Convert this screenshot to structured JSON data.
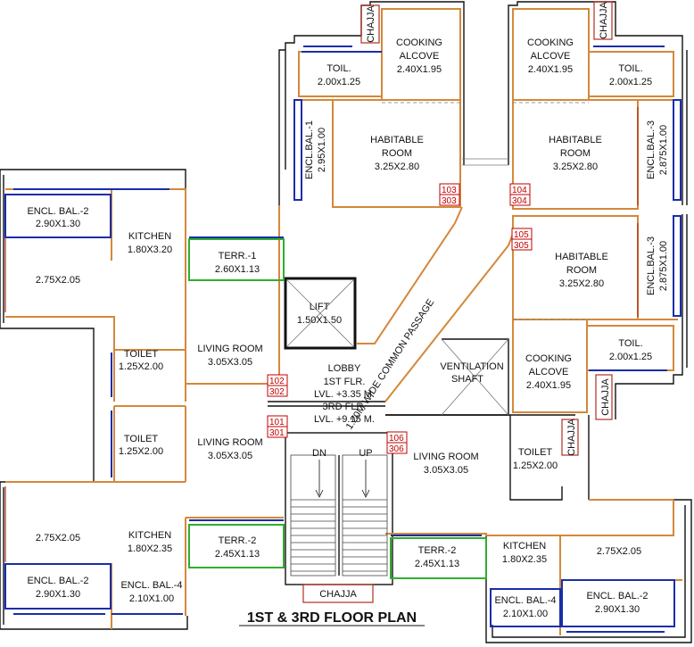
{
  "title": "1ST & 3RD FLOOR PLAN",
  "colors": {
    "wall": "#111111",
    "partition": "#d4883a",
    "glazing": "#1a2ea8",
    "terrace": "#2fae2f",
    "cabinet": "#b03020",
    "badge": "#c00000",
    "dash": "#7a7a7a"
  },
  "rooms": {
    "cooking_103": {
      "name1": "COOKING",
      "name2": "ALCOVE",
      "size": "2.40X1.95"
    },
    "toil_103": {
      "name": "TOIL.",
      "size": "2.00x1.25"
    },
    "hab_103": {
      "name1": "HABITABLE",
      "name2": "ROOM",
      "size": "3.25X2.80"
    },
    "encl_bal_1": {
      "name": "ENCL.BAL.-1",
      "size": "2.95X1.00"
    },
    "chajja_top_left": "CHAJJA",
    "chajja_top_right": "CHAJJA",
    "cooking_104": {
      "name1": "COOKING",
      "name2": "ALCOVE",
      "size": "2.40X1.95"
    },
    "toil_104": {
      "name": "TOIL.",
      "size": "2.00x1.25"
    },
    "hab_104": {
      "name1": "HABITABLE",
      "name2": "ROOM",
      "size": "3.25X2.80"
    },
    "encl_bal_3a": {
      "name": "ENCL.BAL.-3",
      "size": "2.875X1.00"
    },
    "hab_105": {
      "name1": "HABITABLE",
      "name2": "ROOM",
      "size": "3.25X2.80"
    },
    "encl_bal_3b": {
      "name": "ENCL.BAL.-3",
      "size": "2.875X1.00"
    },
    "toil_105": {
      "name": "TOIL.",
      "size": "2.00x1.25"
    },
    "cooking_105": {
      "name1": "COOKING",
      "name2": "ALCOVE",
      "size": "2.40X1.95"
    },
    "chajja_right_mid": "CHAJJA",
    "chajja_right_low": "CHAJJA",
    "encl_bal_2_tl": {
      "name": "ENCL. BAL.-2",
      "size": "2.90X1.30"
    },
    "kitchen_102": {
      "name": "KITCHEN",
      "size": "1.80X3.20"
    },
    "room_102": {
      "size": "2.75X2.05"
    },
    "terr_1": {
      "name": "TERR.-1",
      "size": "2.60X1.13"
    },
    "lift": {
      "name": "LIFT",
      "size": "1.50X1.50"
    },
    "passage": "1.20M.WIDE COMMON PASSAGE",
    "toilet_102": {
      "name": "TOILET",
      "size": "1.25X2.00"
    },
    "living_102": {
      "name": "LIVING ROOM",
      "size": "3.05X3.05"
    },
    "lobby": {
      "l1": "LOBBY",
      "l2": "1ST FLR.",
      "l3": "LVL. +3.35 M.",
      "l4": "3RD FLR.",
      "l5": "LVL. +9.15 M."
    },
    "vent": {
      "l1": "VENTILATION",
      "l2": "SHAFT"
    },
    "toilet_101": {
      "name": "TOILET",
      "size": "1.25X2.00"
    },
    "living_101": {
      "name": "LIVING ROOM",
      "size": "3.05X3.05"
    },
    "living_106": {
      "name": "LIVING ROOM",
      "size": "3.05X3.05"
    },
    "toilet_106": {
      "name": "TOILET",
      "size": "1.25X2.00"
    },
    "stair_dn": "DN",
    "stair_up": "UP",
    "room_101": {
      "size": "2.75X2.05"
    },
    "kitchen_101": {
      "name": "KITCHEN",
      "size": "1.80X2.35"
    },
    "terr_2_left": {
      "name": "TERR.-2",
      "size": "2.45X1.13"
    },
    "encl_bal_2_bl": {
      "name": "ENCL. BAL.-2",
      "size": "2.90X1.30"
    },
    "encl_bal_4_left": {
      "name": "ENCL. BAL.-4",
      "size": "2.10X1.00"
    },
    "chajja_bottom": "CHAJJA",
    "terr_2_right": {
      "name": "TERR.-2",
      "size": "2.45X1.13"
    },
    "kitchen_106": {
      "name": "KITCHEN",
      "size": "1.80X2.35"
    },
    "room_106": {
      "size": "2.75X2.05"
    },
    "encl_bal_4_right": {
      "name": "ENCL. BAL.-4",
      "size": "2.10X1.00"
    },
    "encl_bal_2_br": {
      "name": "ENCL. BAL.-2",
      "size": "2.90X1.30"
    }
  },
  "flats": {
    "f103": {
      "a": "103",
      "b": "303"
    },
    "f104": {
      "a": "104",
      "b": "304"
    },
    "f105": {
      "a": "105",
      "b": "305"
    },
    "f102": {
      "a": "102",
      "b": "302"
    },
    "f101": {
      "a": "101",
      "b": "301"
    },
    "f106": {
      "a": "106",
      "b": "306"
    }
  }
}
